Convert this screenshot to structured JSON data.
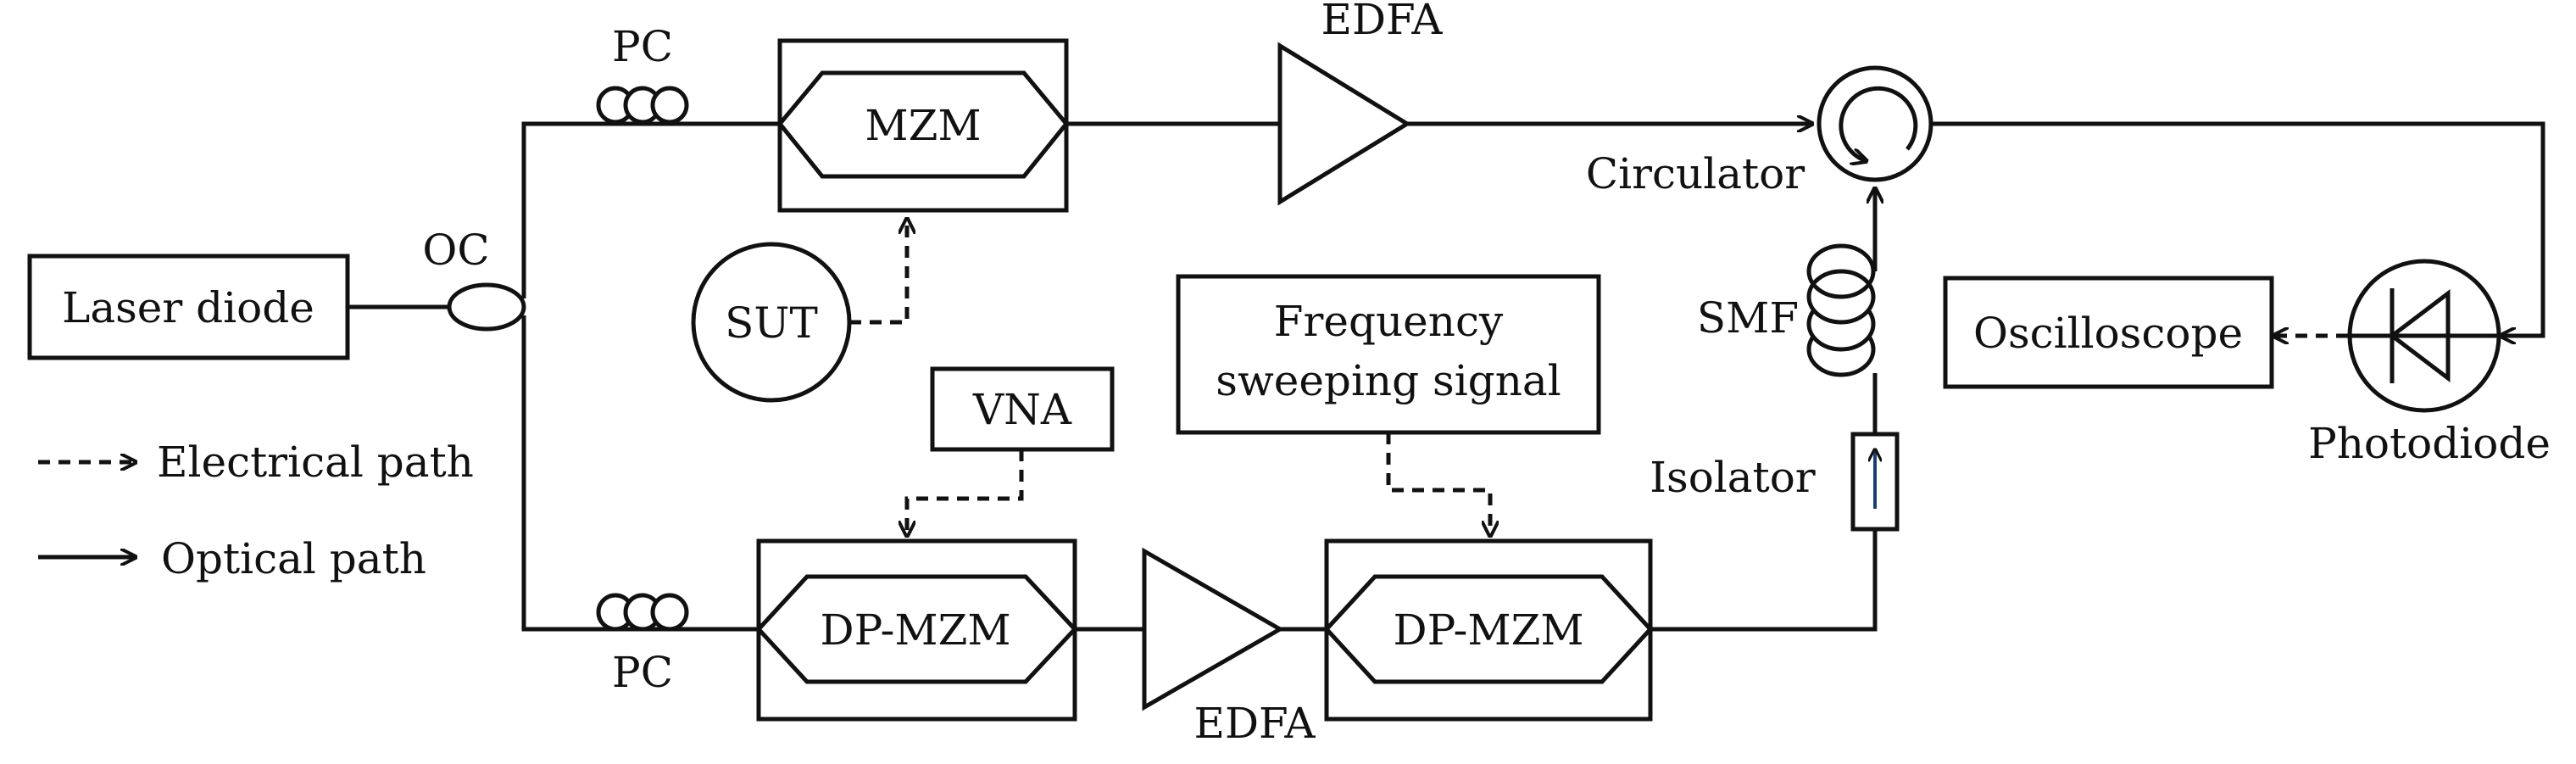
{
  "labels": {
    "laser_diode": "Laser diode",
    "oc": "OC",
    "pc_top": "PC",
    "pc_bottom": "PC",
    "mzm": "MZM",
    "sut": "SUT",
    "edfa_top": "EDFA",
    "edfa_bottom": "EDFA",
    "circulator": "Circulator",
    "vna": "VNA",
    "dpmzm_left": "DP-MZM",
    "dpmzm_right": "DP-MZM",
    "freq_line1": "Frequency",
    "freq_line2": "sweeping signal",
    "smf": "SMF",
    "isolator": "Isolator",
    "oscilloscope": "Oscilloscope",
    "photodiode": "Photodiode"
  },
  "legend": {
    "electrical": "Electrical path",
    "optical": "Optical path"
  }
}
